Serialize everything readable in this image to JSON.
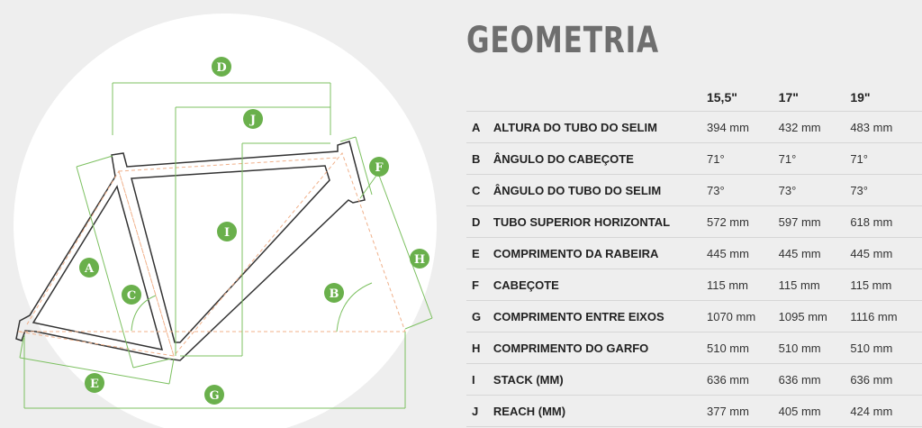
{
  "title": "GEOMETRIA",
  "columns": [
    "15,5\"",
    "17\"",
    "19\""
  ],
  "rows": [
    {
      "letter": "A",
      "name": "ALTURA DO TUBO DO SELIM",
      "values": [
        "394 mm",
        "432 mm",
        "483 mm"
      ]
    },
    {
      "letter": "B",
      "name": "ÂNGULO DO CABEÇOTE",
      "values": [
        "71°",
        "71°",
        "71°"
      ]
    },
    {
      "letter": "C",
      "name": "ÂNGULO DO TUBO DO SELIM",
      "values": [
        "73°",
        "73°",
        "73°"
      ]
    },
    {
      "letter": "D",
      "name": "TUBO SUPERIOR HORIZONTAL",
      "values": [
        "572 mm",
        "597 mm",
        "618 mm"
      ]
    },
    {
      "letter": "E",
      "name": "COMPRIMENTO DA RABEIRA",
      "values": [
        "445 mm",
        "445 mm",
        "445 mm"
      ]
    },
    {
      "letter": "F",
      "name": "CABEÇOTE",
      "values": [
        "115 mm",
        "115 mm",
        "115 mm"
      ]
    },
    {
      "letter": "G",
      "name": "COMPRIMENTO ENTRE EIXOS",
      "values": [
        "1070 mm",
        "1095 mm",
        "1116 mm"
      ]
    },
    {
      "letter": "H",
      "name": "COMPRIMENTO DO GARFO",
      "values": [
        "510 mm",
        "510 mm",
        "510 mm"
      ]
    },
    {
      "letter": "I",
      "name": "STACK (MM)",
      "values": [
        "636 mm",
        "636 mm",
        "636 mm"
      ]
    },
    {
      "letter": "J",
      "name": "REACH (MM)",
      "values": [
        "377 mm",
        "405 mm",
        "424 mm"
      ]
    }
  ],
  "colors": {
    "accent": "#6ab04c",
    "frame": "#333333",
    "dash": "#f0b08a"
  }
}
